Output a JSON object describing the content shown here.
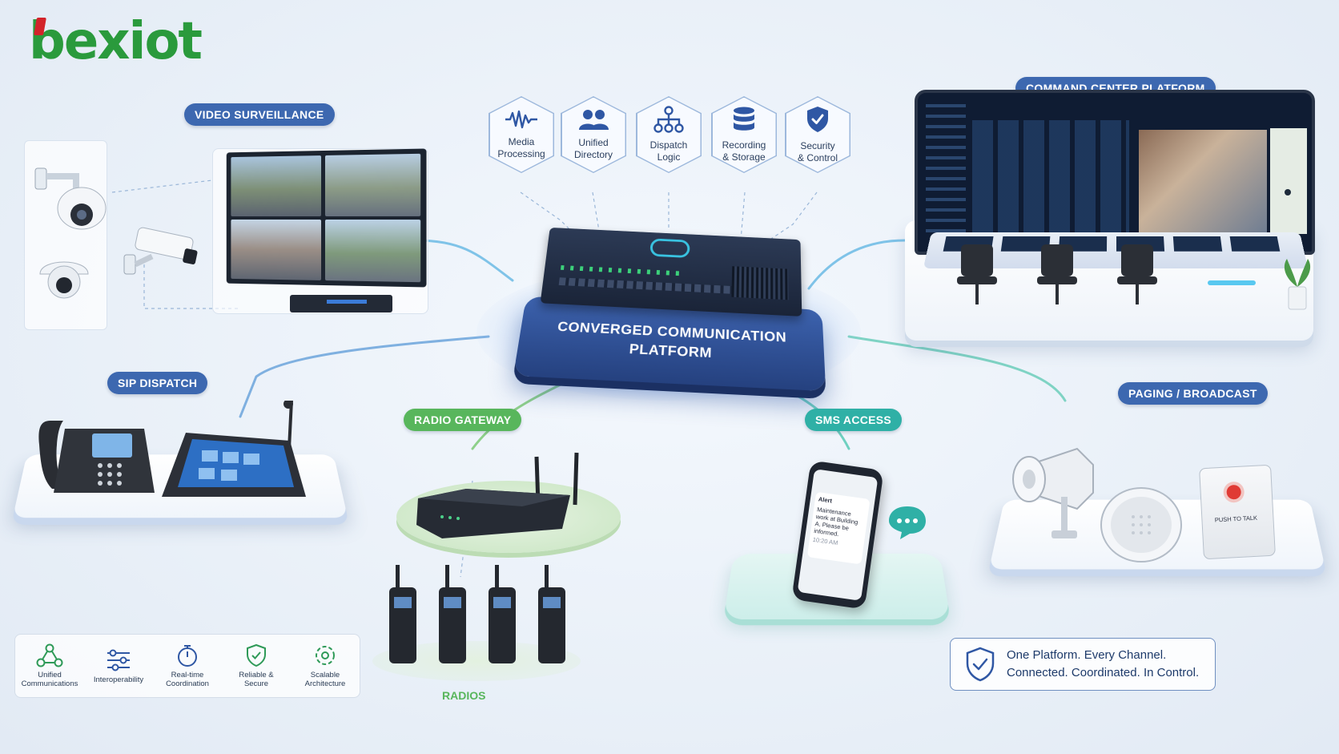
{
  "brand": {
    "logo_text": "bexiot"
  },
  "hub": {
    "label": "CONVERGED COMMUNICATION PLATFORM",
    "line1": "CONVERGED COMMUNICATION",
    "line2": "PLATFORM"
  },
  "modules": [
    {
      "label1": "Media",
      "label2": "Processing",
      "icon": "waveform-icon"
    },
    {
      "label1": "Unified",
      "label2": "Directory",
      "icon": "users-icon"
    },
    {
      "label1": "Dispatch",
      "label2": "Logic",
      "icon": "hierarchy-icon"
    },
    {
      "label1": "Recording",
      "label2": "& Storage",
      "icon": "database-icon"
    },
    {
      "label1": "Security",
      "label2": "& Control",
      "icon": "shield-check-icon"
    }
  ],
  "nodes": {
    "video": "VIDEO SURVEILLANCE",
    "command": "COMMAND CENTER PLATFORM",
    "sip": "SIP DISPATCH",
    "radio_gateway": "RADIO GATEWAY",
    "sms": "SMS ACCESS",
    "paging": "PAGING / BROADCAST",
    "radios": "RADIOS"
  },
  "phone_message": {
    "title": "Alert",
    "body": "Maintenance work at Building A. Please be informed.",
    "time": "10:20 AM"
  },
  "push_button_label": "PUSH TO TALK",
  "features": [
    {
      "line1": "Unified",
      "line2": "Communications",
      "icon": "network-icon"
    },
    {
      "line1": "Interoperability",
      "line2": "",
      "icon": "sliders-icon"
    },
    {
      "line1": "Real-time",
      "line2": "Coordination",
      "icon": "stopwatch-icon"
    },
    {
      "line1": "Reliable &",
      "line2": "Secure",
      "icon": "shield-icon"
    },
    {
      "line1": "Scalable",
      "line2": "Architecture",
      "icon": "scalable-icon"
    }
  ],
  "tagline": {
    "line1": "One Platform. Every Channel.",
    "line2": "Connected. Coordinated. In Control."
  },
  "colors": {
    "brand_green": "#2a9a3c",
    "brand_red": "#d3232a",
    "pill_blue": "#3d68b0",
    "pill_green": "#58b65c",
    "pill_teal": "#2fb0a6",
    "hub_blue": "#2f4f96"
  }
}
